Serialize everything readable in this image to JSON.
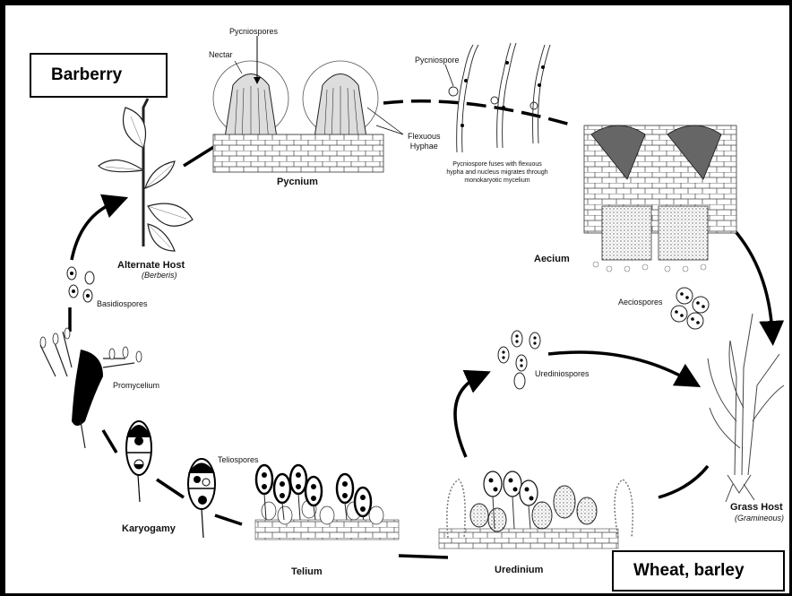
{
  "hosts": {
    "barberry": "Barberry",
    "wheat_barley": "Wheat, barley"
  },
  "labels": {
    "pycniospores": "Pycniospores",
    "nectar": "Nectar",
    "pycniospore": "Pycniospore",
    "flexuous_hyphae": "Flexuous\nHyphae",
    "pycnium": "Pycnium",
    "fusion_note": "Pycniospore fuses with flexuous hypha and nucleus migrates through monokaryotic mycelium",
    "aecium": "Aecium",
    "aeciospores": "Aeciospores",
    "alternate_host": "Alternate Host",
    "alternate_host_sci": "(Berberis)",
    "basidiospores": "Basidiospores",
    "promycelium": "Promycelium",
    "urediniospores": "Urediniospores",
    "teliospores": "Teliospores",
    "karyogamy": "Karyogamy",
    "telium": "Telium",
    "uredinium": "Uredinium",
    "grass_host": "Grass Host",
    "grass_host_sci": "(Gramineous)"
  },
  "colors": {
    "ink": "#000000",
    "line_art": "#333333",
    "stipple": "#888888"
  }
}
